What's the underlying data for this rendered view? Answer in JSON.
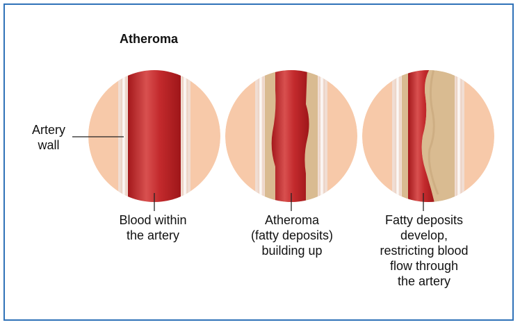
{
  "title": "Atheroma",
  "labels": {
    "artery_wall": [
      "Artery",
      "wall"
    ],
    "blood": [
      "Blood within",
      "the artery"
    ],
    "atheroma": [
      "Atheroma",
      "(fatty deposits)",
      "building up"
    ],
    "fatty": [
      "Fatty deposits",
      "develop,",
      "restricting blood",
      "flow through",
      "the artery"
    ]
  },
  "colors": {
    "frame": "#2f72b8",
    "circle": "#f7c9a9",
    "wall": "#f0ddd3",
    "wall_light": "#ffffff",
    "blood_dark": "#a4191c",
    "blood": "#c32a2d",
    "blood_light": "#d8504f",
    "plaque": "#d9bb91",
    "plaque_dark": "#c7a57a"
  }
}
